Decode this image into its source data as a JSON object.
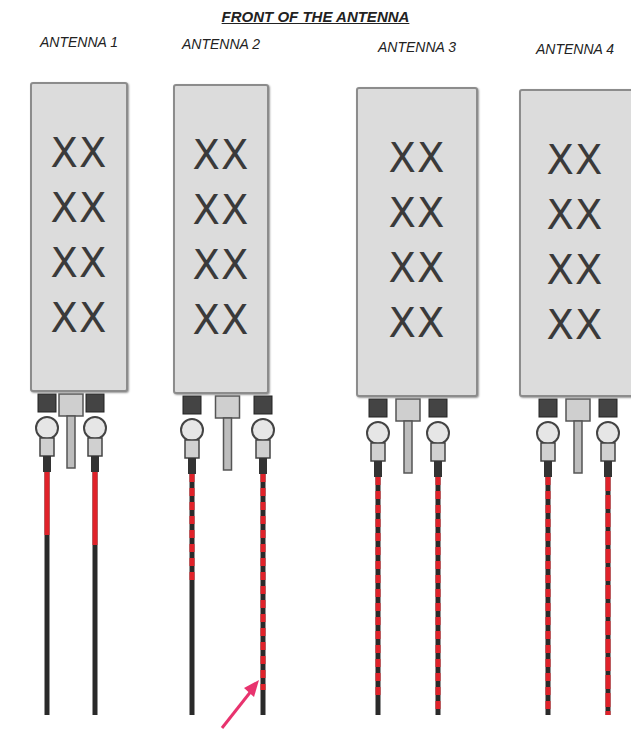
{
  "diagram": {
    "title": "FRONT OF THE ANTENNA",
    "nodes": [
      {
        "text": [
          "ANTENNA 1",
          "XX",
          "XX",
          "XX",
          "XX"
        ]
      },
      {
        "text": [
          "ANTENNA 2",
          "XX",
          "XX",
          "XX",
          "XX"
        ]
      },
      {
        "text": [
          "ANTENNA 3",
          "XX",
          "XX",
          "XX",
          "XX"
        ]
      },
      {
        "text": [
          "ANTENNA 4",
          "XX",
          "XX",
          "XX",
          "XX"
        ]
      }
    ]
  }
}
